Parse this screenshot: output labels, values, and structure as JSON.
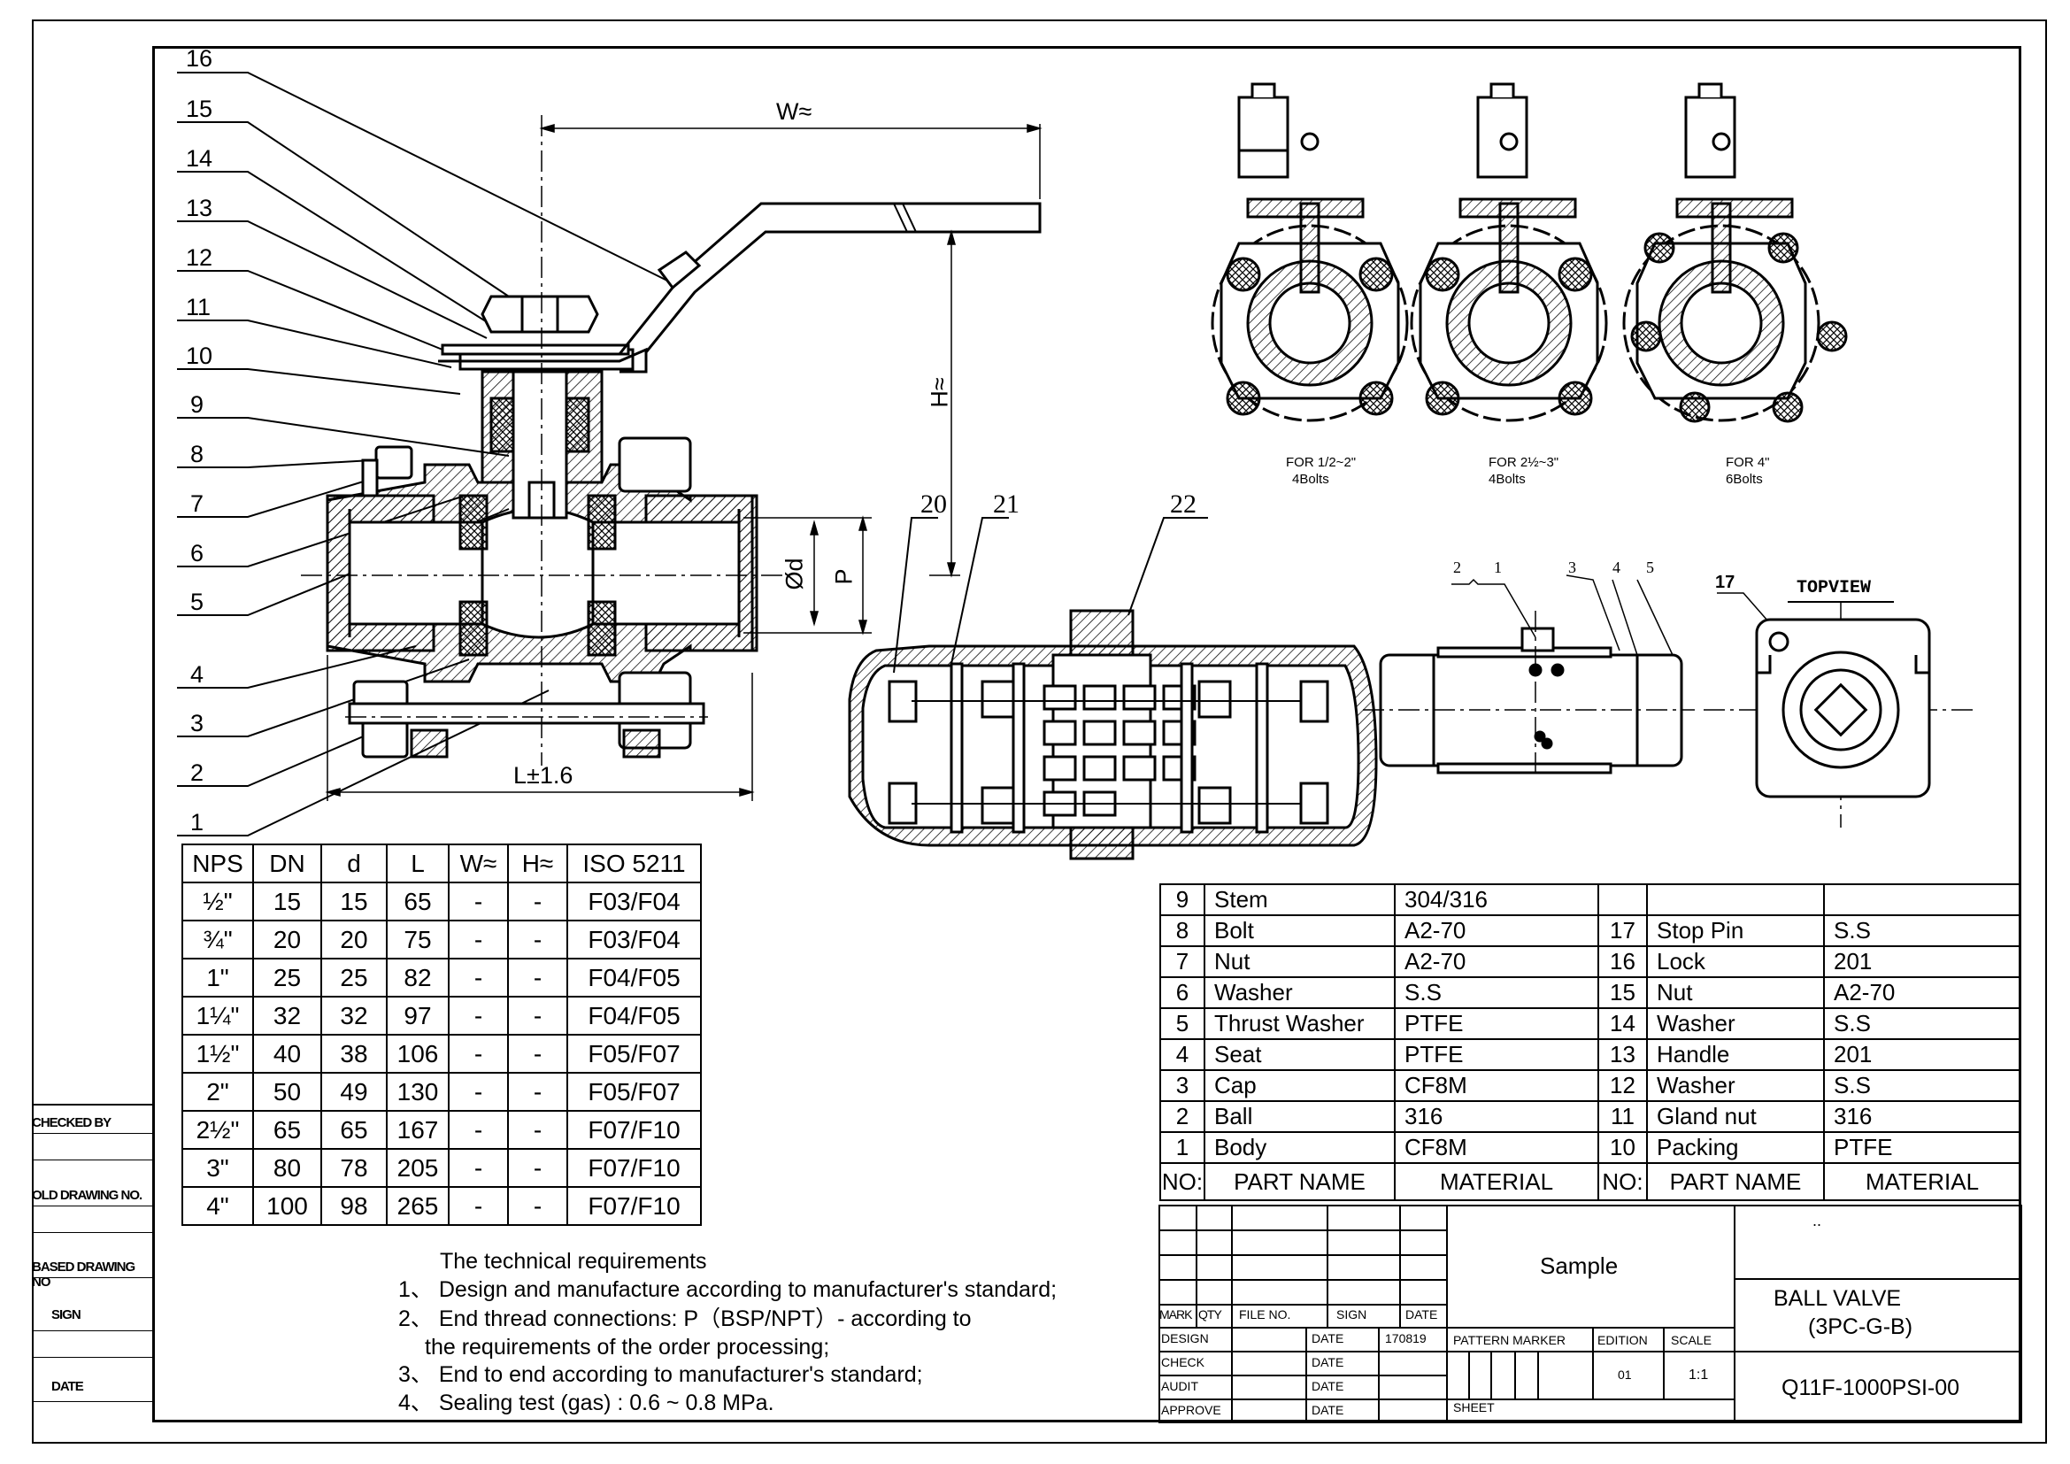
{
  "drawing": {
    "callouts": [
      "16",
      "15",
      "14",
      "13",
      "12",
      "11",
      "10",
      "9",
      "8",
      "7",
      "6",
      "5",
      "4",
      "3",
      "2",
      "1"
    ],
    "dims": {
      "w": "W≈",
      "h": "H≈",
      "l": "L±1.6",
      "d": "Ød",
      "p": "P"
    },
    "actuator_callouts": {
      "a20": "20",
      "a21": "21",
      "a22": "22",
      "s2": "2",
      "s1": "1",
      "s3": "3",
      "s4": "4",
      "s5": "5",
      "s17": "17"
    },
    "top_view_label": "TOPVIEW",
    "variants": [
      {
        "line1": "FOR 1/2~2\"",
        "line2": "4Bolts"
      },
      {
        "line1": "FOR 2½~3\"",
        "line2": "4Bolts"
      },
      {
        "line1": "FOR 4\"",
        "line2": "6Bolts"
      }
    ]
  },
  "size_table": {
    "headers": [
      "NPS",
      "DN",
      "d",
      "L",
      "W≈",
      "H≈",
      "ISO 5211"
    ],
    "rows": [
      [
        "½\"",
        "15",
        "15",
        "65",
        "-",
        "-",
        "F03/F04"
      ],
      [
        "¾\"",
        "20",
        "20",
        "75",
        "-",
        "-",
        "F03/F04"
      ],
      [
        "1\"",
        "25",
        "25",
        "82",
        "-",
        "-",
        "F04/F05"
      ],
      [
        "1¼\"",
        "32",
        "32",
        "97",
        "-",
        "-",
        "F04/F05"
      ],
      [
        "1½\"",
        "40",
        "38",
        "106",
        "-",
        "-",
        "F05/F07"
      ],
      [
        "2\"",
        "50",
        "49",
        "130",
        "-",
        "-",
        "F05/F07"
      ],
      [
        "2½\"",
        "65",
        "65",
        "167",
        "-",
        "-",
        "F07/F10"
      ],
      [
        "3\"",
        "80",
        "78",
        "205",
        "-",
        "-",
        "F07/F10"
      ],
      [
        "4\"",
        "100",
        "98",
        "265",
        "-",
        "-",
        "F07/F10"
      ]
    ]
  },
  "requirements": {
    "title": "The technical requirements",
    "items": [
      "1、 Design and manufacture according to manufacturer's standard;",
      "2、 End thread connections: P（BSP/NPT）- according to",
      "the requirements of the order processing;",
      "3、 End to end according to manufacturer's standard;",
      "4、 Sealing test (gas) : 0.6 ~ 0.8 MPa."
    ]
  },
  "parts": {
    "left": [
      {
        "no": "9",
        "name": "Stem",
        "material": "304/316"
      },
      {
        "no": "8",
        "name": "Bolt",
        "material": "A2-70"
      },
      {
        "no": "7",
        "name": "Nut",
        "material": "A2-70"
      },
      {
        "no": "6",
        "name": "Washer",
        "material": "S.S"
      },
      {
        "no": "5",
        "name": "Thrust Washer",
        "material": "PTFE"
      },
      {
        "no": "4",
        "name": "Seat",
        "material": "PTFE"
      },
      {
        "no": "3",
        "name": "Cap",
        "material": "CF8M"
      },
      {
        "no": "2",
        "name": "Ball",
        "material": "316"
      },
      {
        "no": "1",
        "name": "Body",
        "material": "CF8M"
      }
    ],
    "right": [
      {
        "no": "",
        "name": "",
        "material": ""
      },
      {
        "no": "17",
        "name": "Stop Pin",
        "material": "S.S"
      },
      {
        "no": "16",
        "name": "Lock",
        "material": "201"
      },
      {
        "no": "15",
        "name": "Nut",
        "material": "A2-70"
      },
      {
        "no": "14",
        "name": "Washer",
        "material": "S.S"
      },
      {
        "no": "13",
        "name": "Handle",
        "material": "201"
      },
      {
        "no": "12",
        "name": "Washer",
        "material": "S.S"
      },
      {
        "no": "11",
        "name": "Gland nut",
        "material": "316"
      },
      {
        "no": "10",
        "name": "Packing",
        "material": "PTFE"
      }
    ],
    "header": {
      "no": "NO:",
      "name": "PART NAME",
      "material": "MATERIAL"
    }
  },
  "title_block": {
    "sample": "Sample",
    "dots": "..",
    "title_line1": "BALL VALVE",
    "title_line2": "(3PC-G-B)",
    "drawing_no": "Q11F-1000PSI-00",
    "mark": "MARK",
    "qty": "QTY",
    "file_no": "FILE NO.",
    "sign": "SIGN",
    "date": "DATE",
    "design": "DESIGN",
    "check": "CHECK",
    "audit": "AUDIT",
    "approve": "APPROVE",
    "date_value": "170819",
    "pattern_marker": "PATTERN MARKER",
    "edition": "EDITION",
    "scale": "SCALE",
    "edition_value": "01",
    "scale_value": "1:1",
    "sheet": "SHEET"
  },
  "side_block": {
    "checked_by": "CHECKED BY",
    "old_drawing": "OLD DRAWING NO.",
    "based_drawing": "BASED DRAWING NO",
    "sign": "SIGN",
    "date": "DATE"
  }
}
